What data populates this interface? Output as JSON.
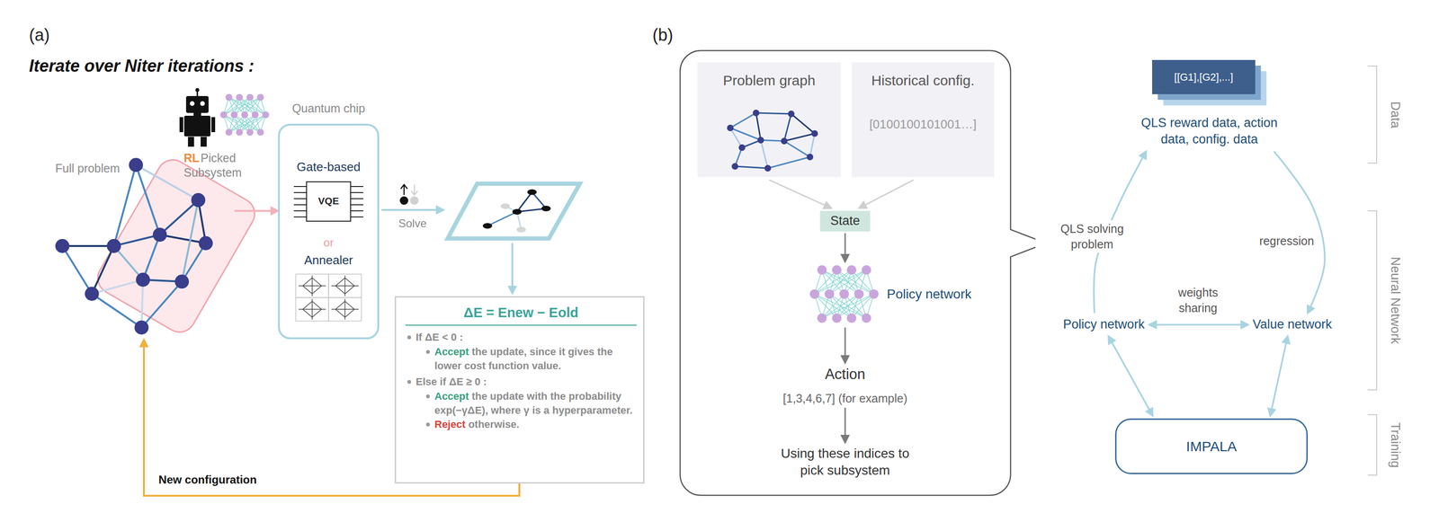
{
  "diagram": {
    "nodes": [
      {
        "text": [
          "Full problem"
        ]
      },
      {
        "text": [
          "Quantum chip",
          "Gate-based",
          "or",
          "Annealer"
        ]
      },
      {
        "text": [
          "VQE"
        ],
        "in": 1
      },
      {
        "text": [
          "ΔE = Enew − Eold",
          "If ΔE < 0 :",
          "Accept the update, since it gives the lower cost function value.",
          "Else if ΔE ≥ 0 :",
          "Accept the update with the probability exp(−γΔE), where γ is a hyperparameter.",
          "Reject otherwise."
        ]
      },
      {
        "text": [
          "Problem graph"
        ]
      },
      {
        "text": [
          "Historical config.",
          "[0100100101001…]"
        ]
      },
      {
        "text": [
          "State"
        ]
      },
      {
        "text": [
          "Policy network"
        ]
      },
      {
        "text": [
          "Action",
          "[1,3,4,6,7] (for example)"
        ]
      },
      {
        "text": [
          "Using these indices to pick subsystem"
        ]
      },
      {
        "text": [
          "[[G1],[G2],...]",
          "QLS reward data, action data, config. data"
        ]
      },
      {
        "text": [
          "Policy network"
        ]
      },
      {
        "text": [
          "Value network"
        ]
      },
      {
        "text": [
          "IMPALA"
        ]
      }
    ],
    "edges": [
      {
        "from": 0,
        "to": 1,
        "arrow": "to"
      },
      {
        "from": 3,
        "to": 0,
        "arrow": "to",
        "label": "New configuration"
      },
      {
        "from": 4,
        "to": 6,
        "arrow": "to"
      },
      {
        "from": 5,
        "to": 6,
        "arrow": "to"
      },
      {
        "from": 6,
        "to": 7,
        "arrow": "to"
      },
      {
        "from": 7,
        "to": 8,
        "arrow": "to"
      },
      {
        "from": 8,
        "to": 9,
        "arrow": "to"
      },
      {
        "from": 11,
        "to": 10,
        "arrow": "to",
        "label": "QLS solving problem"
      },
      {
        "from": 10,
        "to": 12,
        "arrow": "to",
        "label": "regression"
      },
      {
        "from": 11,
        "to": 12,
        "arrow": "both",
        "label": "weights sharing"
      },
      {
        "from": 11,
        "to": 13,
        "arrow": "both"
      },
      {
        "from": 12,
        "to": 13,
        "arrow": "both"
      }
    ],
    "labels": [
      "(a)",
      "Iterate over Niter iterations :",
      "RL",
      "Picked Subsystem",
      "Solve",
      "(b)",
      "Data",
      "Neural Network",
      "Training"
    ]
  }
}
